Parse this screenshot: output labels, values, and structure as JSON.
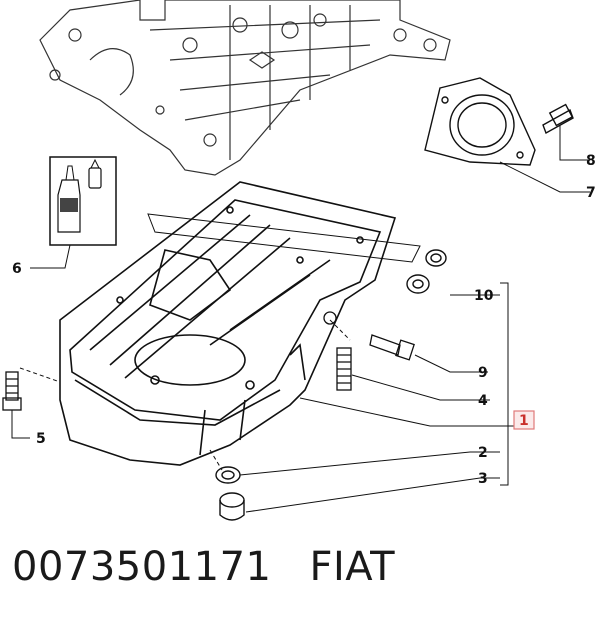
{
  "callouts": {
    "c1": "1",
    "c2": "2",
    "c3": "3",
    "c4": "4",
    "c5": "5",
    "c6": "6",
    "c7": "7",
    "c8": "8",
    "c9": "9",
    "c10": "10"
  },
  "caption": {
    "part_number": "0073501171",
    "brand": "FIAT"
  },
  "colors": {
    "line": "#111111",
    "highlight_box": "#e07a7a",
    "highlight_fill": "#fbeaea"
  }
}
